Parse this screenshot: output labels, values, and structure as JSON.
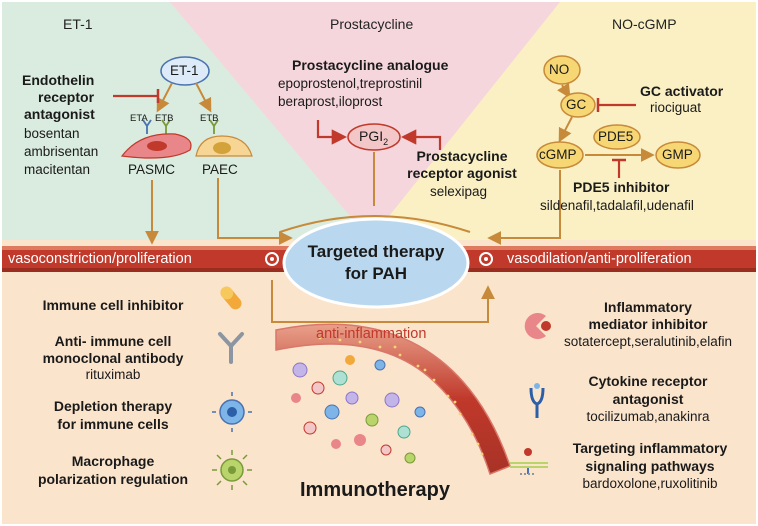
{
  "panels": {
    "et1": {
      "title": "ET-1",
      "node": "ET-1",
      "receptor_a": "ETA",
      "receptor_b": "ETB",
      "receptor_b2": "ETB",
      "cell_left": "PASMC",
      "cell_right": "PAEC",
      "drug_class_line1": "Endothelin",
      "drug_class_line2": "receptor",
      "drug_class_line3": "antagonist",
      "drugs": [
        "bosentan",
        "ambrisentan",
        "macitentan"
      ]
    },
    "prostacycline": {
      "title": "Prostacycline",
      "analogue_label": "Prostacycline analogue",
      "analogue_drugs_line1": "epoprostenol,treprostinil",
      "analogue_drugs_line2": "beraprost,iloprost",
      "node_main": "PGI",
      "node_sub": "2",
      "agonist_line1": "Prostacycline",
      "agonist_line2": "receptor agonist",
      "agonist_drug": "selexipag"
    },
    "no_cgmp": {
      "title": "NO-cGMP",
      "node_no": "NO",
      "node_gc": "GC",
      "node_cgmp": "cGMP",
      "node_pde5": "PDE5",
      "node_gmp": "GMP",
      "gc_activator_label": "GC activator",
      "gc_activator_drug": "riociguat",
      "pde5_inhibitor_label": "PDE5 inhibitor",
      "pde5_inhibitor_drugs": "sildenafil,tadalafil,udenafil"
    }
  },
  "band": {
    "left_label": "vasoconstriction/proliferation",
    "right_label": "vasodilation/anti-proliferation"
  },
  "center": {
    "line1": "Targeted therapy",
    "line2": "for PAH",
    "anti_inflammation": "anti-inflammation"
  },
  "immunotherapy": {
    "title": "Immunotherapy",
    "left_items": [
      {
        "line1": "Immune cell inhibitor",
        "line2": "",
        "drug": "",
        "icon": "capsule-icon"
      },
      {
        "line1": "Anti- immune cell",
        "line2": "monoclonal antibody",
        "drug": "rituximab",
        "icon": "antibody-icon"
      },
      {
        "line1": "Depletion therapy",
        "line2": "for immune cells",
        "drug": "",
        "icon": "immune-cell-icon"
      },
      {
        "line1": "Macrophage",
        "line2": "polarization regulation",
        "drug": "",
        "icon": "macrophage-icon"
      }
    ],
    "right_items": [
      {
        "line1": "Inflammatory",
        "line2": "mediator inhibitor",
        "drug": "sotatercept,seralutinib,elafin",
        "icon": "pacman-inhibitor-icon"
      },
      {
        "line1": "Cytokine receptor",
        "line2": "antagonist",
        "drug": "tocilizumab,anakinra",
        "icon": "receptor-icon"
      },
      {
        "line1": "Targeting inflammatory",
        "line2": "signaling pathways",
        "drug": "bardoxolone,ruxolitinib",
        "icon": "membrane-pathway-icon"
      }
    ]
  },
  "colors": {
    "et1_panel": "#d9ecdf",
    "prostacycline_panel": "#f5d6dc",
    "no_panel": "#faf0c4",
    "bottom_panel": "#fae6cc",
    "band": "#c0392b",
    "arrow": "#c78a3a",
    "inhibit": "#c0392b",
    "center_ellipse": "#b9d7ee"
  }
}
